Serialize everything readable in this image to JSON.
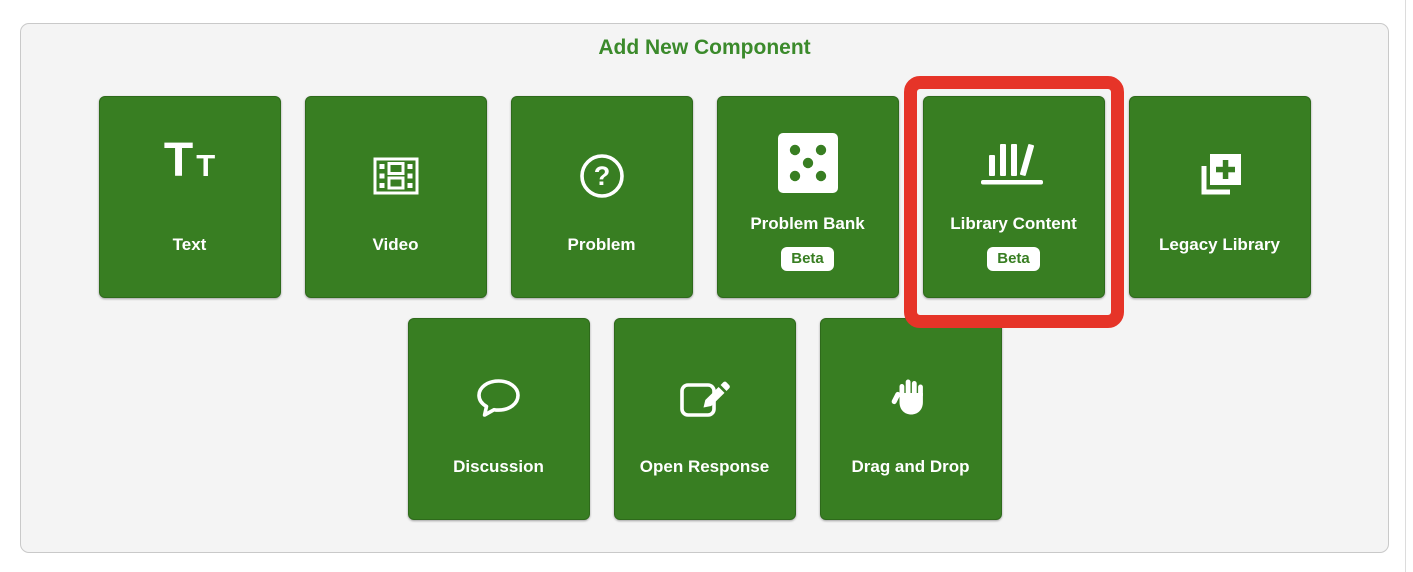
{
  "title": "Add New Component",
  "colors": {
    "button_green": "#387e22",
    "title_green": "#3b8a2b",
    "highlight_red": "#e63428",
    "panel_bg": "#f4f4f4",
    "panel_border": "#c9c9c9",
    "badge_bg": "#ffffff"
  },
  "icons": {
    "text_big": "T",
    "text_small": "T",
    "problem_mark": "?"
  },
  "rows": [
    {
      "buttons": [
        {
          "label": "Text",
          "icon": "text-icon"
        },
        {
          "label": "Video",
          "icon": "film-icon"
        },
        {
          "label": "Problem",
          "icon": "question-circle-icon"
        },
        {
          "label": "Problem Bank",
          "icon": "dice-five-icon",
          "beta": "Beta"
        },
        {
          "label": "Library Content",
          "icon": "library-shelf-icon",
          "beta": "Beta",
          "highlighted": true
        },
        {
          "label": "Legacy Library",
          "icon": "copy-plus-icon"
        }
      ]
    },
    {
      "buttons": [
        {
          "label": "Discussion",
          "icon": "speech-bubble-icon"
        },
        {
          "label": "Open Response",
          "icon": "edit-pencil-icon"
        },
        {
          "label": "Drag and Drop",
          "icon": "hand-icon"
        }
      ]
    }
  ]
}
